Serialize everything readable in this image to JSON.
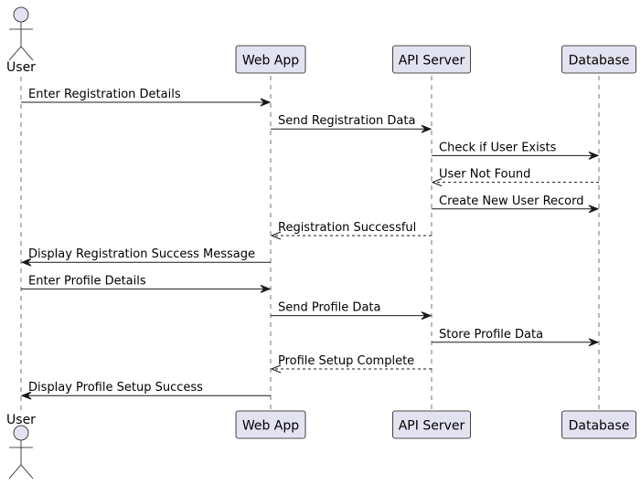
{
  "participants": [
    {
      "id": "user",
      "label": "User",
      "kind": "actor"
    },
    {
      "id": "webapp",
      "label": "Web App",
      "kind": "participant"
    },
    {
      "id": "api",
      "label": "API Server",
      "kind": "participant"
    },
    {
      "id": "db",
      "label": "Database",
      "kind": "participant"
    }
  ],
  "messages": [
    {
      "from": "user",
      "to": "webapp",
      "text": "Enter Registration Details",
      "style": "sync"
    },
    {
      "from": "webapp",
      "to": "api",
      "text": "Send Registration Data",
      "style": "sync"
    },
    {
      "from": "api",
      "to": "db",
      "text": "Check if User Exists",
      "style": "sync"
    },
    {
      "from": "db",
      "to": "api",
      "text": "User Not Found",
      "style": "reply"
    },
    {
      "from": "api",
      "to": "db",
      "text": "Create New User Record",
      "style": "sync"
    },
    {
      "from": "api",
      "to": "webapp",
      "text": "Registration Successful",
      "style": "reply"
    },
    {
      "from": "webapp",
      "to": "user",
      "text": "Display Registration Success Message",
      "style": "sync"
    },
    {
      "from": "user",
      "to": "webapp",
      "text": "Enter Profile Details",
      "style": "sync"
    },
    {
      "from": "webapp",
      "to": "api",
      "text": "Send Profile Data",
      "style": "sync"
    },
    {
      "from": "api",
      "to": "db",
      "text": "Store Profile Data",
      "style": "sync"
    },
    {
      "from": "api",
      "to": "webapp",
      "text": "Profile Setup Complete",
      "style": "reply"
    },
    {
      "from": "webapp",
      "to": "user",
      "text": "Display Profile Setup Success",
      "style": "sync"
    }
  ],
  "colors": {
    "participant_fill": "#E2E2F0",
    "stroke": "#181818",
    "text": "#000000",
    "background": "#FFFFFF"
  }
}
